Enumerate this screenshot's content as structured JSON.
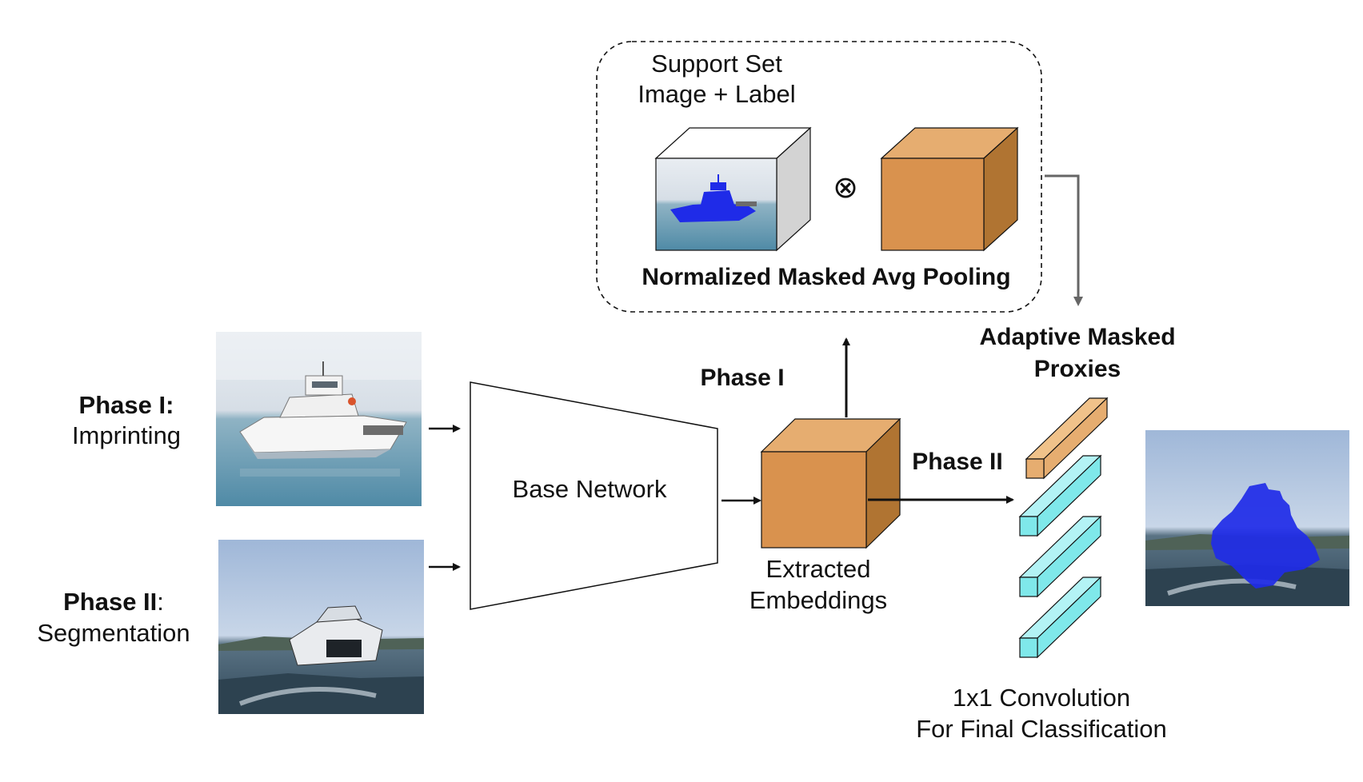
{
  "support_set": {
    "title_line1": "Support Set",
    "title_line2": "Image + Label",
    "operator_symbol": "⊗",
    "caption": "Normalized Masked Avg Pooling"
  },
  "left_inputs": {
    "phase1_title": "Phase I:",
    "phase1_sub": "Imprinting",
    "phase2_title": "Phase II",
    "phase2_colon": ":",
    "phase2_sub": "Segmentation"
  },
  "base_network": {
    "label": "Base Network"
  },
  "embeddings": {
    "label_line1": "Extracted",
    "label_line2": "Embeddings",
    "phase1_arrow_label": "Phase I",
    "phase2_arrow_label": "Phase II"
  },
  "proxies": {
    "title_line1": "Adaptive Masked",
    "title_line2": "Proxies",
    "caption_line1": "1x1 Convolution",
    "caption_line2": "For Final Classification"
  },
  "colors": {
    "cube_front": "#D9924E",
    "cube_top": "#E6AD70",
    "cube_side": "#B07432",
    "proxy_orange": "#E6AD70",
    "proxy_cyan": "#7FE8EA",
    "mask_blue": "#1F2BE8"
  }
}
